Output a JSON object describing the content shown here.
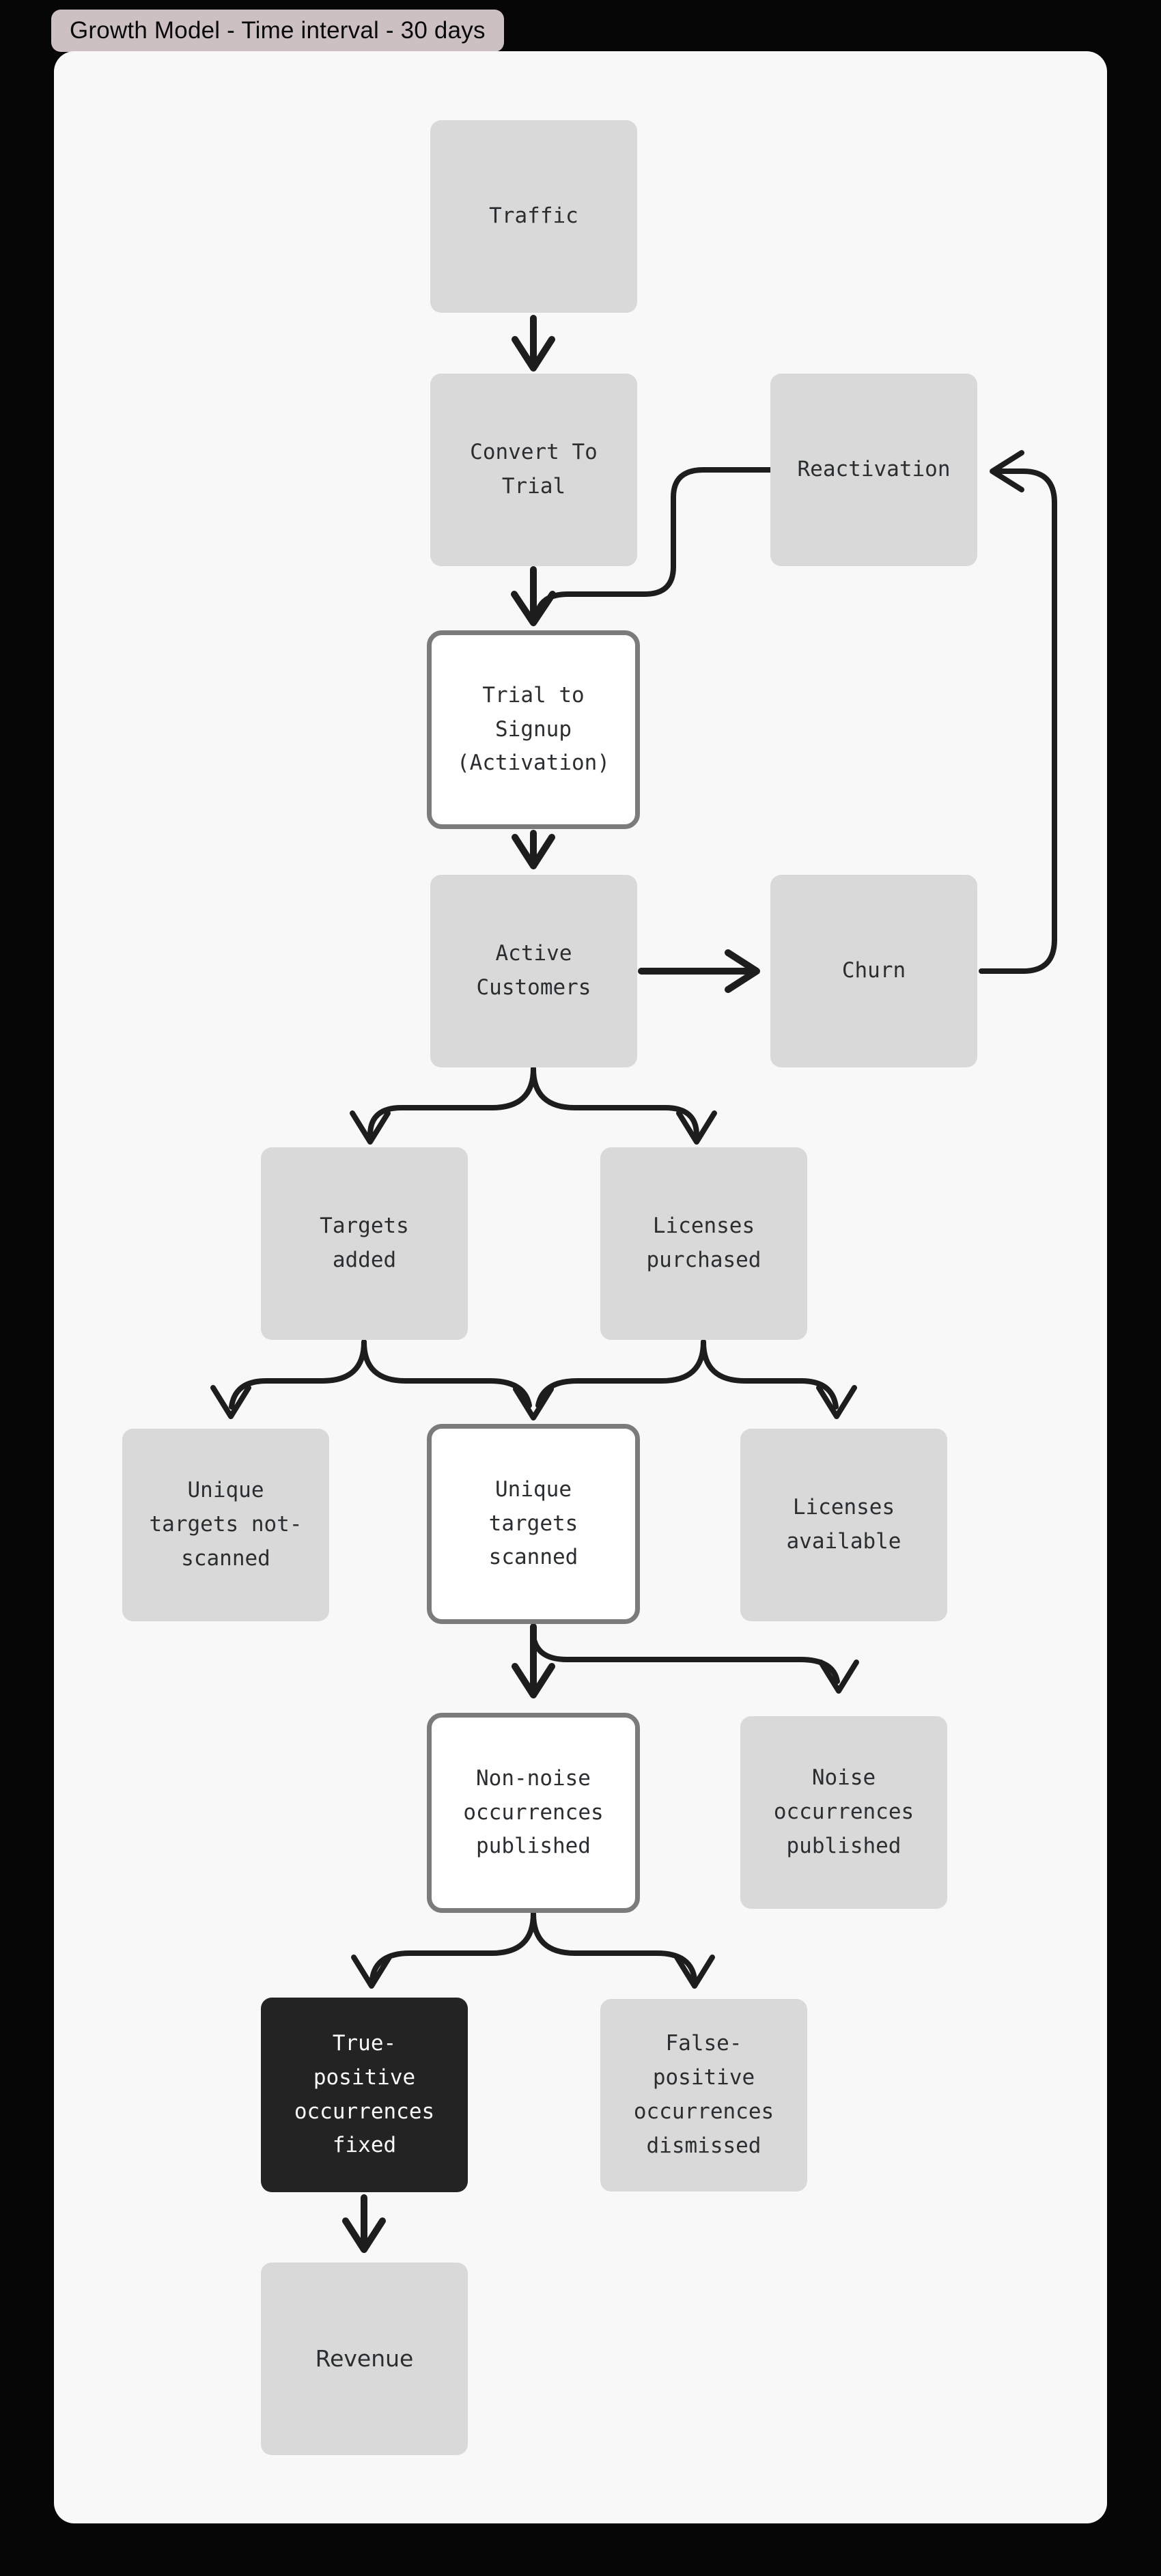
{
  "title_badge": {
    "label": "Growth Model - Time interval - 30 days"
  },
  "colors": {
    "bg": "#060606",
    "canvas": "#f8f8f8",
    "node_gray": "#d9d9d9",
    "node_white_bg": "#fefefe",
    "node_white_border": "#7b7b7b",
    "node_dark_bg": "#232323",
    "node_dark_text": "#fafafa",
    "text": "#2b2e30",
    "arrow": "#1d1d1d",
    "badge_bg": "#cdc0c3",
    "badge_text": "#0a0a0a"
  },
  "nodes": {
    "traffic": {
      "text": "Traffic",
      "style": "gray"
    },
    "convert_to_trial": {
      "text": "Convert To\nTrial",
      "style": "gray"
    },
    "reactivation": {
      "text": "Reactivation",
      "style": "gray"
    },
    "trial_to_signup": {
      "text": "Trial to\nSignup\n(Activation)",
      "style": "white-outlined"
    },
    "active_customers": {
      "text": "Active\nCustomers",
      "style": "gray"
    },
    "churn": {
      "text": "Churn",
      "style": "gray"
    },
    "targets_added": {
      "text": "Targets\nadded",
      "style": "gray"
    },
    "licenses_purchased": {
      "text": "Licenses\npurchased",
      "style": "gray"
    },
    "unique_targets_not_scanned": {
      "text": "Unique\ntargets not-\nscanned",
      "style": "gray"
    },
    "unique_targets_scanned": {
      "text": "Unique\ntargets\nscanned",
      "style": "white-outlined"
    },
    "licenses_available": {
      "text": "Licenses\navailable",
      "style": "gray"
    },
    "non_noise_occurrences_published": {
      "text": "Non-noise\noccurrences\npublished",
      "style": "white-outlined"
    },
    "noise_occurrences_published": {
      "text": "Noise\noccurrences\npublished",
      "style": "gray"
    },
    "true_positive_occurrences_fixed": {
      "text": "True-\npositive\noccurrences\nfixed",
      "style": "dark"
    },
    "false_positive_occurrences_dismissed": {
      "text": "False-\npositive\noccurrences\ndismissed",
      "style": "gray"
    },
    "revenue": {
      "text": "Revenue",
      "style": "gray"
    }
  },
  "edges": [
    "traffic -> convert_to_trial",
    "convert_to_trial -> trial_to_signup",
    "reactivation -> trial_to_signup",
    "trial_to_signup -> active_customers",
    "active_customers -> churn",
    "churn -> reactivation",
    "active_customers -> targets_added",
    "active_customers -> licenses_purchased",
    "targets_added -> unique_targets_not_scanned",
    "targets_added -> unique_targets_scanned",
    "licenses_purchased -> unique_targets_scanned",
    "licenses_purchased -> licenses_available",
    "unique_targets_scanned -> non_noise_occurrences_published",
    "unique_targets_scanned -> noise_occurrences_published",
    "non_noise_occurrences_published -> true_positive_occurrences_fixed",
    "non_noise_occurrences_published -> false_positive_occurrences_dismissed",
    "true_positive_occurrences_fixed -> revenue"
  ]
}
